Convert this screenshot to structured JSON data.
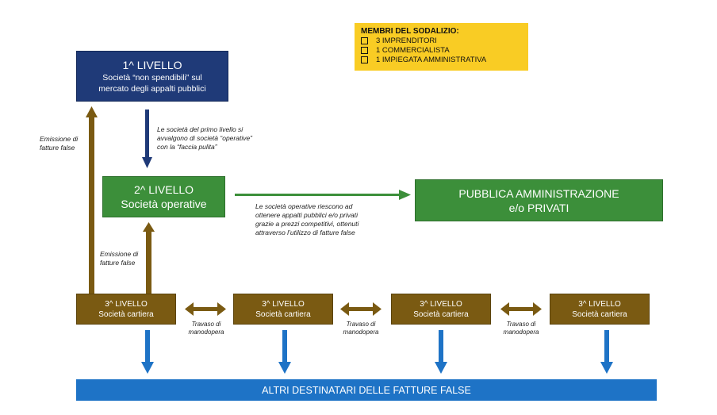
{
  "members": {
    "title": "MEMBRI DEL SODALIZIO:",
    "items": [
      "3 IMPRENDITORI",
      "1 COMMERCIALISTA",
      "1 IMPIEGATA AMMINISTRATIVA"
    ]
  },
  "level1": {
    "title": "1^ LIVELLO",
    "line1": "Società “non spendibili” sul",
    "line2": "mercato degli appalti pubblici"
  },
  "level2": {
    "title": "2^ LIVELLO",
    "subtitle": "Società operative"
  },
  "pa": {
    "line1": "PUBBLICA AMMINISTRAZIONE",
    "line2": "e/o PRIVATI"
  },
  "level3": [
    {
      "title": "3^ LIVELLO",
      "subtitle": "Società cartiera"
    },
    {
      "title": "3^ LIVELLO",
      "subtitle": "Società cartiera"
    },
    {
      "title": "3^ LIVELLO",
      "subtitle": "Società cartiera"
    },
    {
      "title": "3^ LIVELLO",
      "subtitle": "Società cartiera"
    }
  ],
  "notes": {
    "emissione_top": [
      "Emissione di",
      "fatture false"
    ],
    "emissione_mid": [
      "Emissione di",
      "fatture false"
    ],
    "level1_to_2": [
      "Le società del primo livello si",
      "avvalgono di società “operative”",
      "con la “faccia pulita”"
    ],
    "level2_to_pa": [
      "Le società operative riescono ad",
      "ottenere appalti pubblici e/o privati",
      "grazie a prezzi competitivi, ottenuti",
      "attraverso l’utilizzo di fatture false"
    ],
    "travaso": [
      [
        "Travaso di",
        "manodopera"
      ],
      [
        "Travaso di",
        "manodopera"
      ],
      [
        "Travaso di",
        "manodopera"
      ]
    ]
  },
  "bottom": {
    "label": "ALTRI DESTINATARI DELLE FATTURE FALSE"
  },
  "colors": {
    "navy": "#1f3a78",
    "green": "#3c8f3a",
    "brown": "#7a5a12",
    "blue": "#1e73c6",
    "yellow": "#f9cc24"
  }
}
